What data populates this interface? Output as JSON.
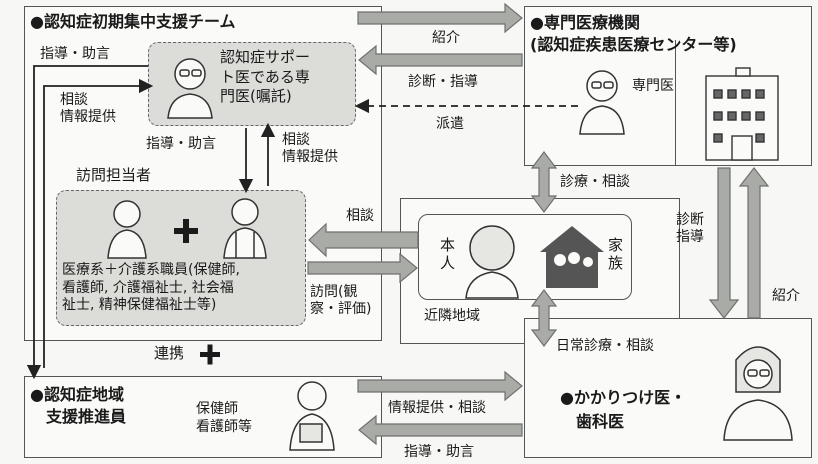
{
  "team": {
    "title": "●認知症初期集中支援チーム",
    "guidance_label": "指導・助言",
    "consult_label_left": "相談\n情報提供",
    "doctor_label": "認知症サポー\nト医である専\n門医(嘱託)",
    "guidance_mid": "指導・助言",
    "consult_mid": "相談\n情報提供",
    "visitor_title": "訪問担当者",
    "visitor_desc": "医療系＋介護系職員(保健師,\n看護師, 介護福祉士, 社会福\n祉士, 精神保健福祉士等)"
  },
  "specialist": {
    "title": "●専門医療機関\n(認知症疾患医療センター等)",
    "doctor_label": "専門医"
  },
  "center_links": {
    "referral": "紹介",
    "diagnosis_guidance": "診断・指導",
    "dispatch": "派遣",
    "consult": "相談",
    "visit": "訪問(観\n察・評価)",
    "treatment_consult": "診療・相談",
    "diagnosis_guidance_right": "診断\n指導",
    "referral_right": "紹介",
    "daily_treatment": "日常診療・相談",
    "cooperation": "連携",
    "info_consult": "情報提供・相談",
    "guidance_bottom": "指導・助言"
  },
  "community": {
    "person_label": "本\n人",
    "family_label": "家\n族",
    "area_label": "近隣地域"
  },
  "regional": {
    "title": "●認知症地域\n　支援推進員",
    "staff": "保健師\n看護師等"
  },
  "gp": {
    "title": "●かかりつけ医・\n　歯科医"
  },
  "colors": {
    "arrow": "#a8aba6",
    "arrow_edge": "#6f716d",
    "team_fill": "#dcdcd8"
  }
}
